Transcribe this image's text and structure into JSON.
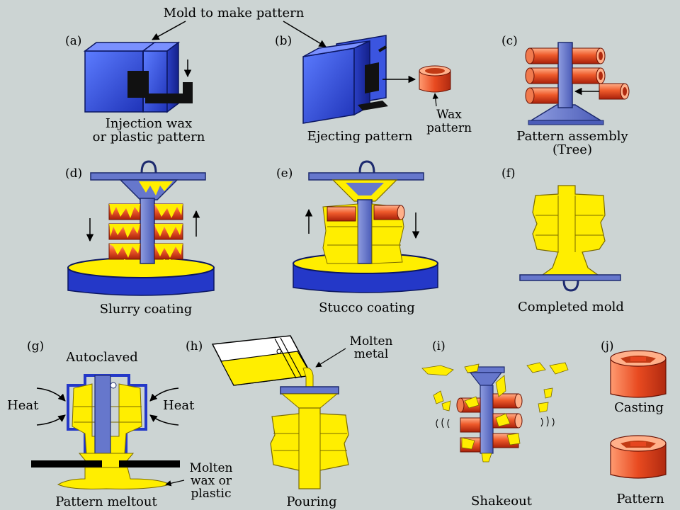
{
  "title": "Mold to make pattern",
  "panels": [
    {
      "letter": "(a)",
      "caption_lines": [
        "Injection wax",
        "or plastic pattern"
      ]
    },
    {
      "letter": "(b)",
      "caption_lines": [
        "Ejecting pattern"
      ],
      "callout_lines": [
        "Wax",
        "pattern"
      ]
    },
    {
      "letter": "(c)",
      "caption_lines": [
        "Pattern assembly",
        "(Tree)"
      ]
    },
    {
      "letter": "(d)",
      "caption_lines": [
        "Slurry coating"
      ]
    },
    {
      "letter": "(e)",
      "caption_lines": [
        "Stucco coating"
      ]
    },
    {
      "letter": "(f)",
      "caption_lines": [
        "Completed mold"
      ]
    },
    {
      "letter": "(g)",
      "caption_lines": [
        "Pattern meltout"
      ],
      "top_label": "Autoclaved",
      "heat_label": "Heat",
      "callout_lines": [
        "Molten",
        "wax or",
        "plastic"
      ]
    },
    {
      "letter": "(h)",
      "caption_lines": [
        "Pouring"
      ],
      "callout_lines": [
        "Molten",
        "metal"
      ]
    },
    {
      "letter": "(i)",
      "caption_lines": [
        "Shakeout"
      ]
    },
    {
      "letter": "(j)",
      "caption_lines": [
        "Casting"
      ],
      "second_caption": "Pattern"
    }
  ],
  "colors": {
    "background": "#ccd4d3",
    "mold_blue": "#2f4fd8",
    "coating_yellow": "#ffee00",
    "wax_red": "#e6451f",
    "tree_blue": "#6677cc"
  }
}
